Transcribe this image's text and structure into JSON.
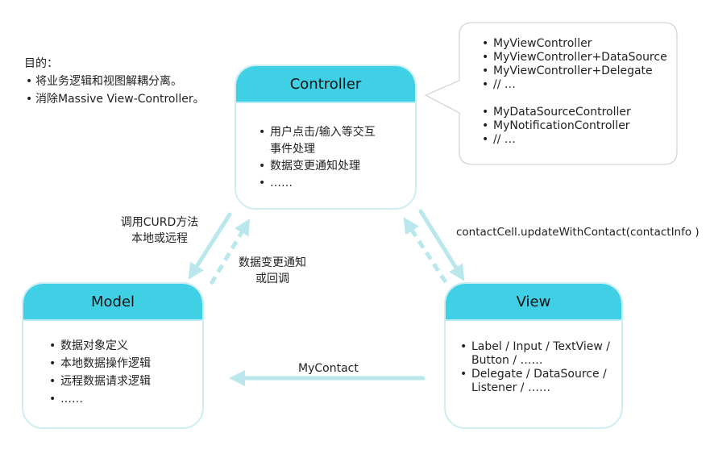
{
  "goals": {
    "title": "目的：",
    "items": [
      "将业务逻辑和视图解耦分离。",
      "消除Massive View-Controller。"
    ]
  },
  "bubble": {
    "group1": [
      "MyViewController",
      "MyViewController+DataSource",
      "MyViewController+Delegate",
      "// …"
    ],
    "group2": [
      "MyDataSourceController",
      "MyNotificationController",
      "// …"
    ]
  },
  "controller": {
    "title": "Controller",
    "items": [
      "用户点击/输入等交互",
      "事件处理",
      "数据变更通知处理",
      "……"
    ]
  },
  "model": {
    "title": "Model",
    "items": [
      "数据对象定义",
      "本地数据操作逻辑",
      "远程数据请求逻辑",
      "……"
    ]
  },
  "view": {
    "title": "View",
    "items": [
      "Label / Input / TextView /",
      "Button / ……",
      "Delegate / DataSource /",
      "Listener / ……"
    ]
  },
  "edges": {
    "controller_to_model": [
      "调用CURD方法",
      "本地或远程"
    ],
    "model_to_controller": [
      "数据变更通知",
      "或回调"
    ],
    "controller_to_view": "contactCell.updateWithContact(contactInfo )",
    "view_to_model": "MyContact"
  },
  "colors": {
    "header": "#3fd0e6",
    "arrow": "#b9e7ec",
    "box_border": "#cdeef0"
  }
}
